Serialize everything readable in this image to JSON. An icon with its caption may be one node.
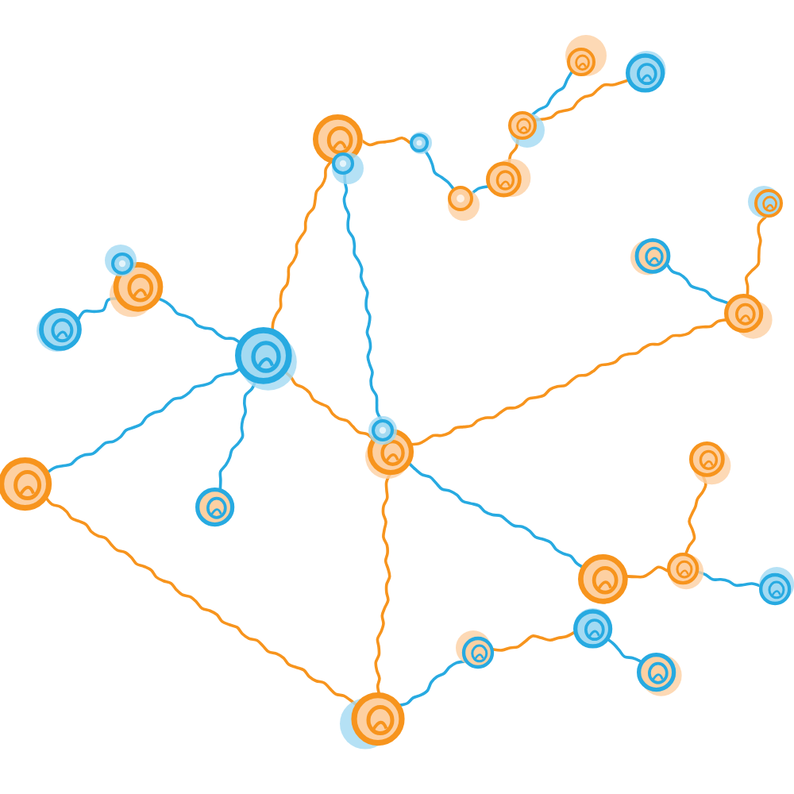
{
  "diagram": {
    "nodes": [
      {
        "text": [],
        "shape": "circle"
      },
      {
        "text": [],
        "shape": "circle"
      },
      {
        "text": [],
        "shape": "circle"
      },
      {
        "text": [],
        "shape": "circle"
      },
      {
        "text": [],
        "shape": "circle"
      },
      {
        "text": [],
        "shape": "circle"
      },
      {
        "text": [],
        "shape": "circle"
      },
      {
        "text": [],
        "shape": "circle"
      },
      {
        "text": [],
        "shape": "circle"
      },
      {
        "text": [],
        "shape": "circle"
      },
      {
        "text": [],
        "shape": "circle"
      },
      {
        "text": [],
        "shape": "circle"
      },
      {
        "text": [],
        "shape": "circle"
      },
      {
        "text": [],
        "shape": "circle"
      },
      {
        "text": [],
        "shape": "circle"
      },
      {
        "text": [],
        "shape": "circle"
      },
      {
        "text": [],
        "shape": "circle"
      },
      {
        "text": [],
        "shape": "circle"
      },
      {
        "text": [],
        "shape": "circle"
      },
      {
        "text": [],
        "shape": "circle"
      },
      {
        "text": [],
        "shape": "circle"
      },
      {
        "text": [],
        "shape": "circle"
      },
      {
        "text": [],
        "shape": "circle"
      },
      {
        "text": [],
        "shape": "circle"
      },
      {
        "text": [],
        "shape": "circle"
      },
      {
        "text": [],
        "shape": "circle"
      },
      {
        "text": [],
        "shape": "circle"
      }
    ],
    "edges": [
      {
        "from": 3,
        "to": 14,
        "arrow": "none",
        "color": "#f7941d"
      },
      {
        "from": 3,
        "to": 4,
        "arrow": "none",
        "color": "#f7941d"
      },
      {
        "from": 5,
        "to": 15,
        "arrow": "none"
      },
      {
        "from": 4,
        "to": 7,
        "arrow": "none"
      },
      {
        "from": 7,
        "to": 6,
        "arrow": "none"
      },
      {
        "from": 6,
        "to": 2,
        "arrow": "none",
        "color": "#f7941d"
      },
      {
        "from": 2,
        "to": 0,
        "arrow": "none"
      },
      {
        "from": 2,
        "to": 1,
        "arrow": "none",
        "color": "#f7941d"
      },
      {
        "from": 8,
        "to": 12,
        "arrow": "none",
        "color": "#f7941d"
      },
      {
        "from": 9,
        "to": 12,
        "arrow": "none"
      },
      {
        "from": 12,
        "to": 16,
        "arrow": "none",
        "color": "#f7941d"
      },
      {
        "from": 11,
        "to": 13,
        "arrow": "none"
      },
      {
        "from": 11,
        "to": 14,
        "arrow": "none"
      },
      {
        "from": 14,
        "to": 18,
        "arrow": "none"
      },
      {
        "from": 14,
        "to": 19,
        "arrow": "none"
      },
      {
        "from": 14,
        "to": 16,
        "arrow": "none",
        "color": "#f7941d"
      },
      {
        "from": 16,
        "to": 21,
        "arrow": "none"
      },
      {
        "from": 16,
        "to": 26,
        "arrow": "none",
        "color": "#f7941d"
      },
      {
        "from": 18,
        "to": 26,
        "arrow": "none",
        "color": "#f7941d"
      },
      {
        "from": 26,
        "to": 24,
        "arrow": "none"
      },
      {
        "from": 24,
        "to": 23,
        "arrow": "none",
        "color": "#f7941d"
      },
      {
        "from": 23,
        "to": 25,
        "arrow": "none"
      },
      {
        "from": 21,
        "to": 20,
        "arrow": "none",
        "color": "#f7941d"
      },
      {
        "from": 20,
        "to": 17,
        "arrow": "none",
        "color": "#f7941d"
      },
      {
        "from": 20,
        "to": 22,
        "arrow": "none"
      }
    ]
  }
}
